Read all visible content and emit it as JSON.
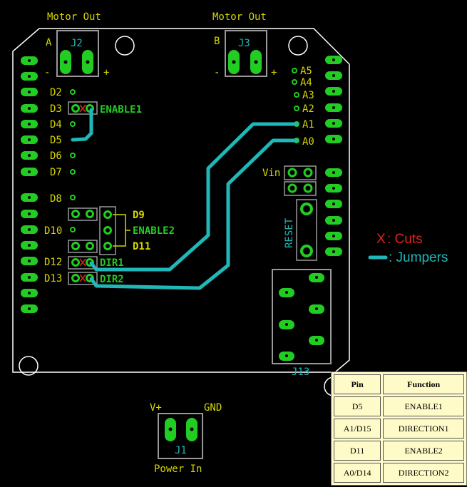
{
  "board": {
    "motor_out_left": "Motor Out",
    "motor_out_right": "Motor Out",
    "channel_a": "A",
    "channel_b": "B",
    "minus": "-",
    "plus": "+",
    "j2": "J2",
    "j3": "J3",
    "j1": "J1",
    "j13": "J13",
    "power_in": "Power In",
    "vplus": "V+",
    "gnd": "GND",
    "vin": "Vin",
    "reset": "RESET",
    "left_pins": [
      "D2",
      "D3",
      "D4",
      "D5",
      "D6",
      "D7",
      "D8",
      "D10",
      "D12",
      "D13"
    ],
    "analog_pins": [
      "A5",
      "A4",
      "A3",
      "A2",
      "A1",
      "A0"
    ],
    "jumper_labels": {
      "enable1": "ENABLE1",
      "d9": "D9",
      "enable2": "ENABLE2",
      "d11": "D11",
      "dir1": "DIR1",
      "dir2": "DIR2"
    }
  },
  "legend": {
    "cut_mark": "X",
    "cuts": ": Cuts",
    "jumpers": ": Jumpers"
  },
  "table": {
    "headers": [
      "Pin",
      "Function"
    ],
    "rows": [
      [
        "D5",
        "ENABLE1"
      ],
      [
        "A1/D15",
        "DIRECTION1"
      ],
      [
        "D11",
        "ENABLE2"
      ],
      [
        "A0/D14",
        "DIRECTION2"
      ]
    ]
  },
  "colors": {
    "board_outline": "#ffffff",
    "pad": "#22cc22",
    "silk_label": "#d6d600",
    "jumper": "#1fb7b7",
    "cut": "#e02020",
    "table_bg": "#fffbc8"
  }
}
